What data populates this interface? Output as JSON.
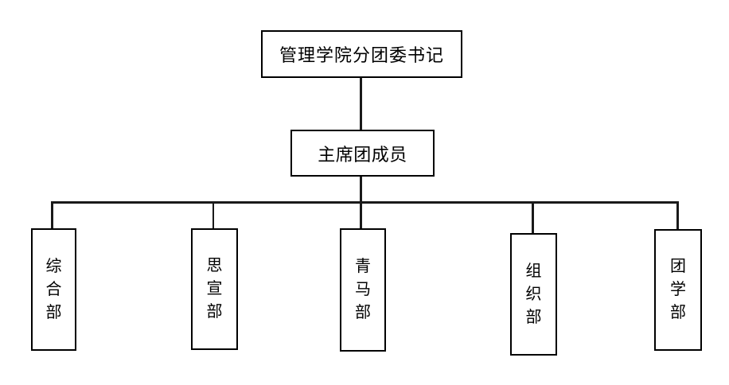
{
  "diagram": {
    "type": "org-chart",
    "colors": {
      "background": "#ffffff",
      "node_border": "#000000",
      "node_fill": "#ffffff",
      "connector": "#1a1a1a",
      "text": "#000000"
    },
    "root": {
      "label": "管理学院分团委书记"
    },
    "middle": {
      "label": "主席团成员"
    },
    "departments": [
      {
        "label": "综合部"
      },
      {
        "label": "思宣部"
      },
      {
        "label": "青马部"
      },
      {
        "label": "组织部"
      },
      {
        "label": "团学部"
      }
    ]
  }
}
